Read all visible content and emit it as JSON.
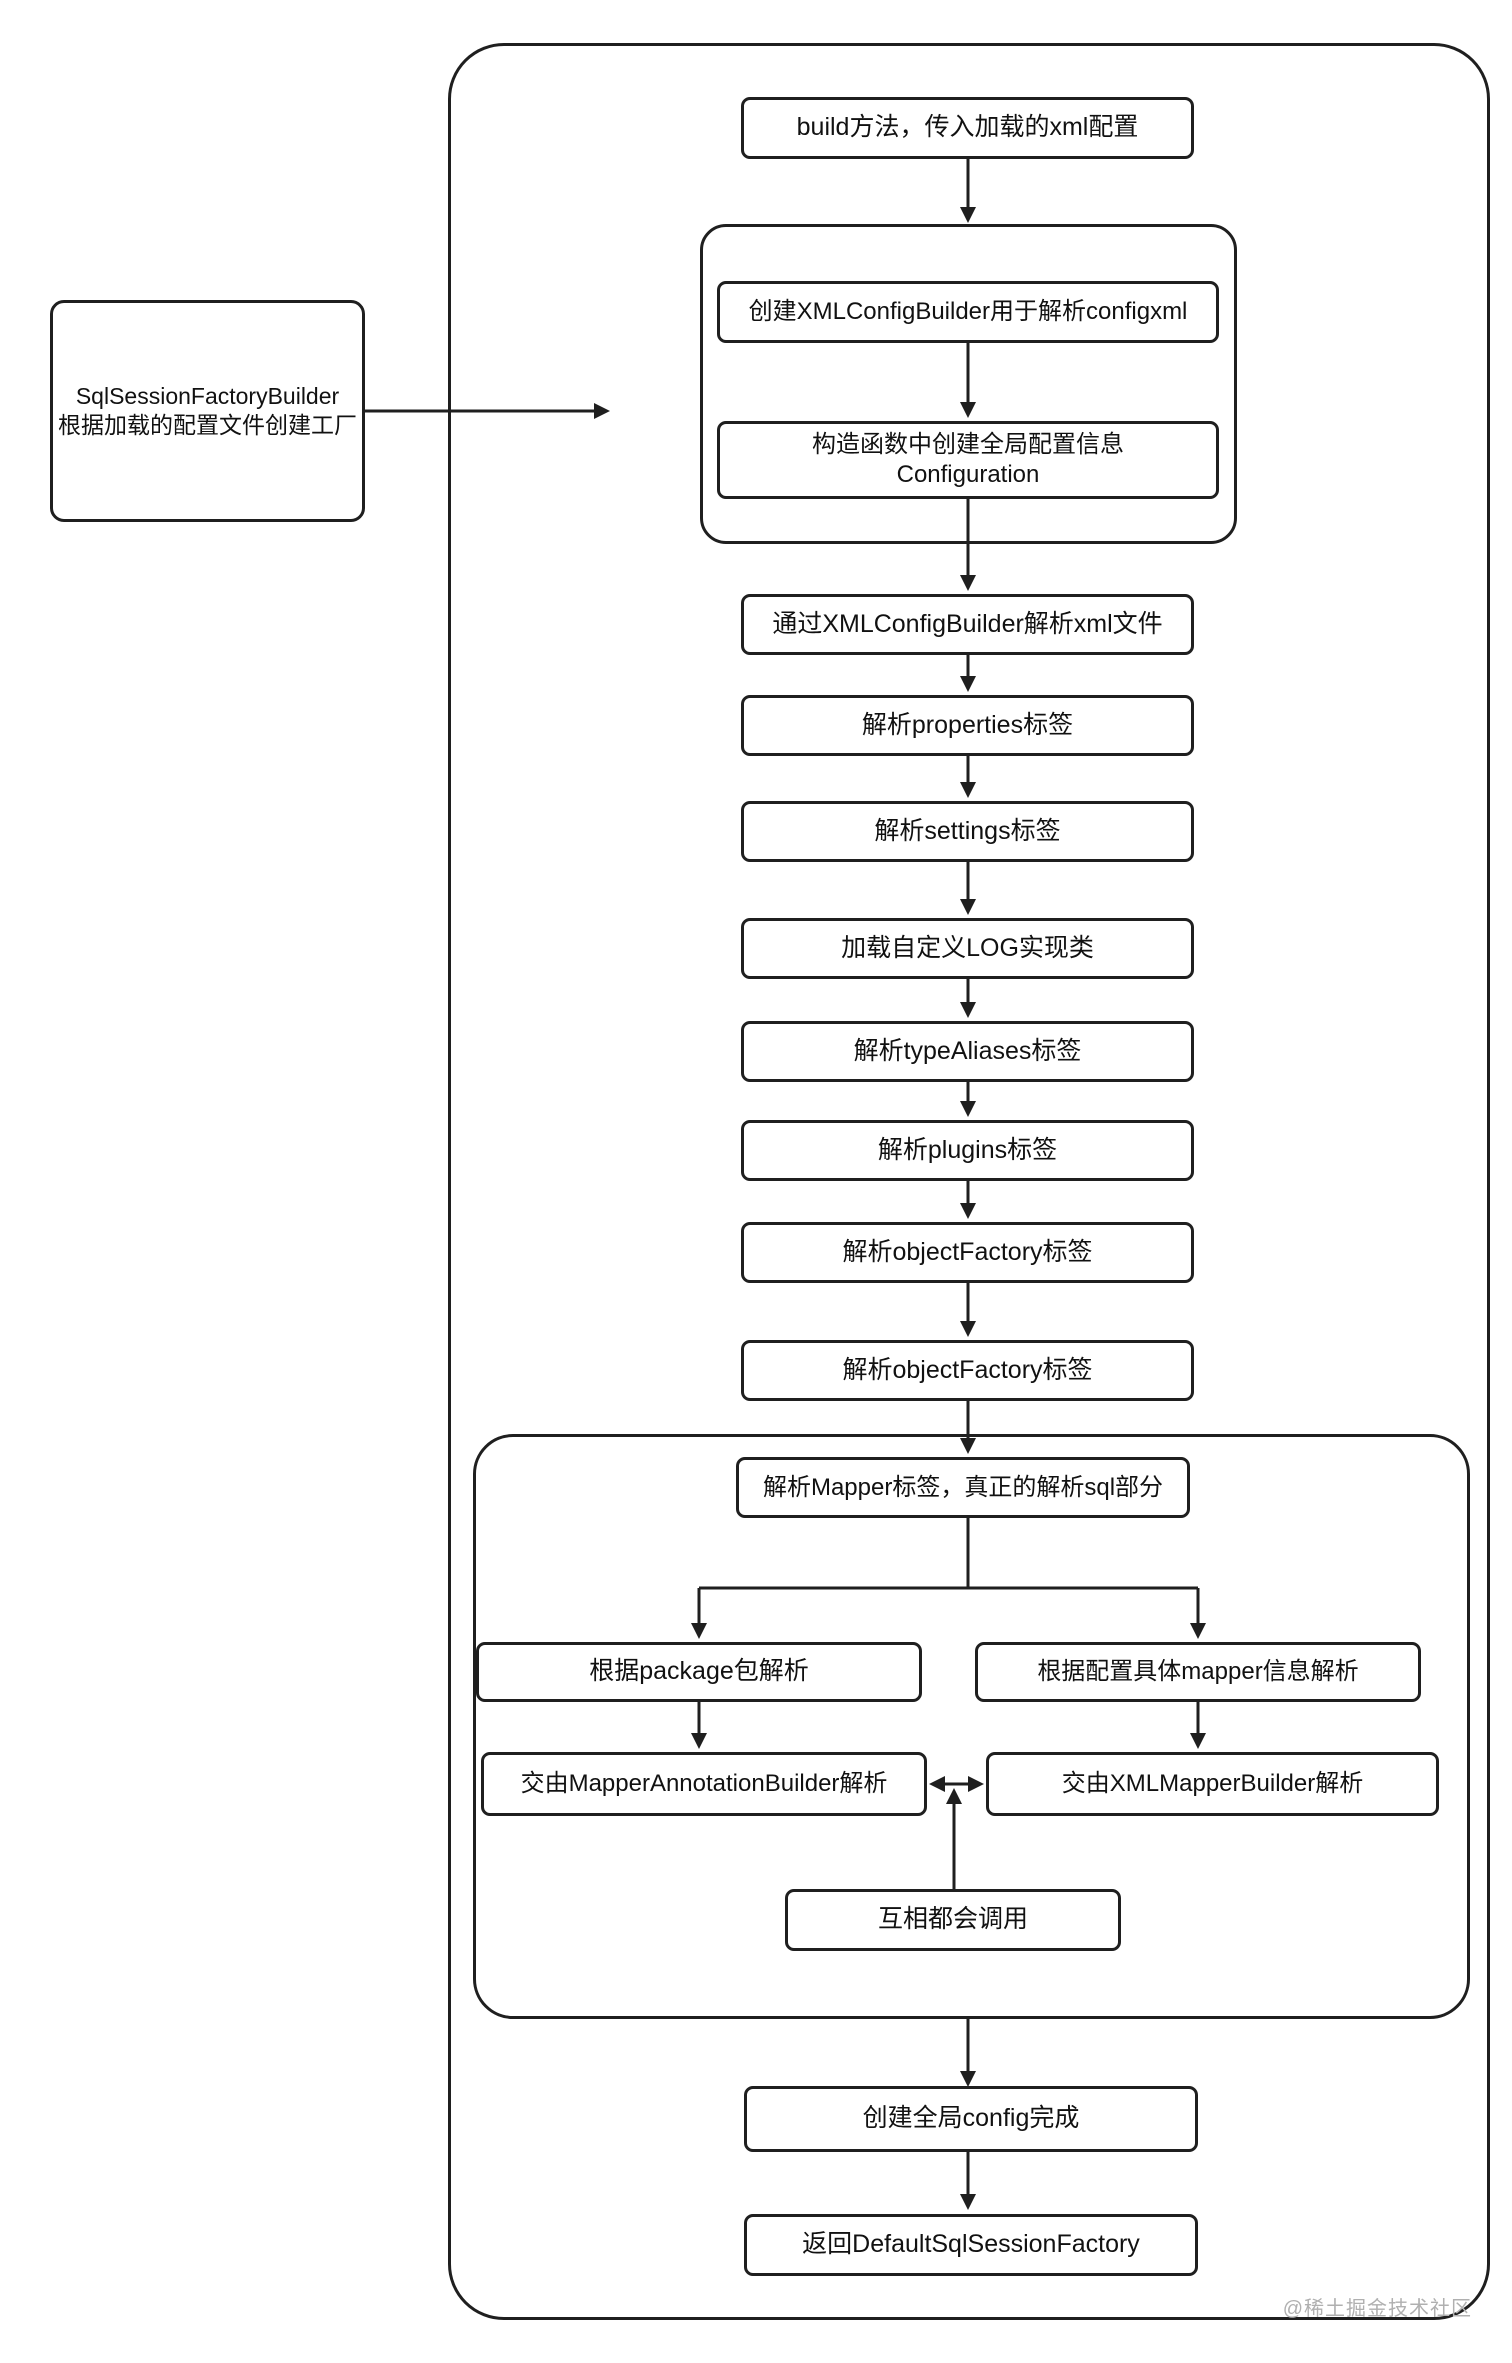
{
  "diagram": {
    "left_note": {
      "line1": "SqlSessionFactoryBuilder",
      "line2": "根据加载的配置文件创建工厂"
    },
    "build": "build方法，传入加载的xml配置",
    "config_group": {
      "create_builder": "创建XMLConfigBuilder用于解析configxml",
      "constructor_line1": "构造函数中创建全局配置信息",
      "constructor_line2": "Configuration"
    },
    "chain": [
      "通过XMLConfigBuilder解析xml文件",
      "解析properties标签",
      "解析settings标签",
      "加载自定义LOG实现类",
      "解析typeAliases标签",
      "解析plugins标签",
      "解析objectFactory标签",
      "解析objectFactory标签"
    ],
    "mapper_group": {
      "title": "解析Mapper标签，真正的解析sql部分",
      "branch_left": "根据package包解析",
      "branch_right": "根据配置具体mapper信息解析",
      "builder_left": "交由MapperAnnotationBuilder解析",
      "builder_right": "交由XMLMapperBuilder解析",
      "mutual": "互相都会调用"
    },
    "config_done": "创建全局config完成",
    "return_factory": "返回DefaultSqlSessionFactory",
    "watermark": "@稀土掘金技术社区",
    "colors": {
      "line": "#1f1f1f",
      "watermark": "#b0b0b0",
      "background": "#ffffff"
    }
  }
}
